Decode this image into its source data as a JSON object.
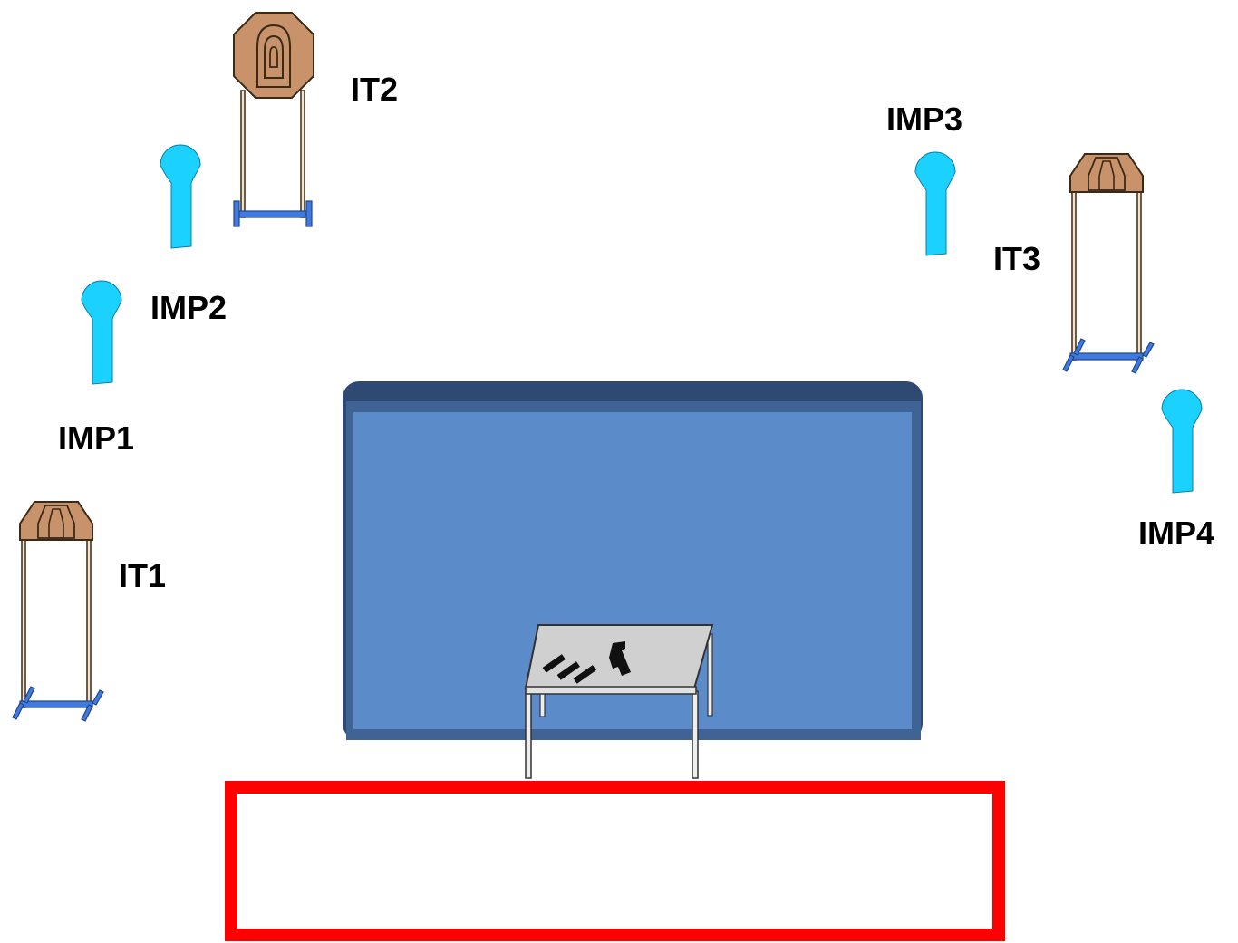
{
  "labels": {
    "it1": "IT1",
    "it2": "IT2",
    "it3": "IT3",
    "imp1": "IMP1",
    "imp2": "IMP2",
    "imp3": "IMP3",
    "imp4": "IMP4"
  },
  "colors": {
    "wall_fill": "#5b8bc9",
    "wall_border": "#3f6395",
    "wall_top": "#2e4a73",
    "no_shoot_fill": "#1ad1ff",
    "target_fill": "#c8936a",
    "target_stroke": "#3a2a18",
    "stand_blue": "#3f7ae0",
    "fault_line": "#ff0000",
    "table_top": "#d0d0d0"
  },
  "icons": {
    "table": "table-icon",
    "pistol": "pistol-icon",
    "magazines": "magazine-icon"
  }
}
